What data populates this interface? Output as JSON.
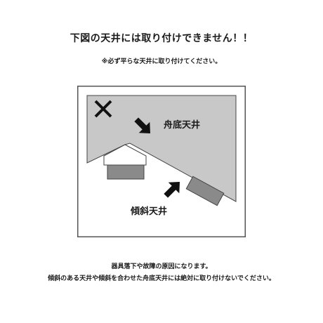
{
  "header": {
    "title": "下図の天井には取り付けできません！！",
    "subtitle": "※必ず平らな天井に取り付けてください。"
  },
  "figure": {
    "mark": "✕",
    "labels": {
      "boat_bottom_ceiling": "舟底天井",
      "sloped_ceiling": "傾斜天井"
    },
    "icons": [
      "cross-mark-icon",
      "arrow-down-left-icon",
      "arrow-up-right-icon"
    ],
    "colors": {
      "ceiling_fill": "#c8c8c8",
      "fixture_fill": "#8a8a8a",
      "frame_stroke": "#555555",
      "arrow_fill": "#111111"
    }
  },
  "notes": {
    "line1": "器具落下や故障の原因になります。",
    "line2": "傾斜のある天井や傾斜を合わせた舟底天井には絶対に取り付けないでください。"
  }
}
